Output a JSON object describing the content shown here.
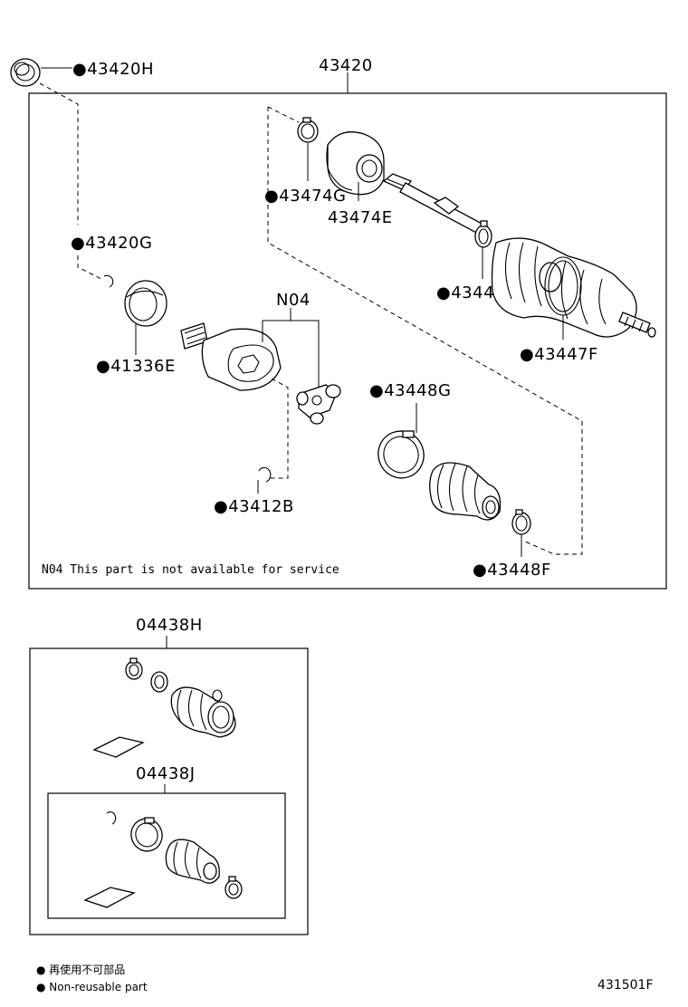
{
  "parts": {
    "p43420": "43420",
    "p43420H": "●43420H",
    "p43420G": "●43420G",
    "p41336E": "●41336E",
    "pN04": "N04",
    "p43412B": "●43412B",
    "p43474G": "●43474G",
    "p43474E": "43474E",
    "p43447E": "●43447E",
    "p43447F": "●43447F",
    "p43448G": "●43448G",
    "p43448F": "●43448F",
    "p04438H": "04438H",
    "p04438J": "04438J"
  },
  "note": "N04 This part is not available for service",
  "legend": {
    "line1": "● 再使用不可部品",
    "line2": "● Non-reusable part"
  },
  "figure_id": "431501F"
}
